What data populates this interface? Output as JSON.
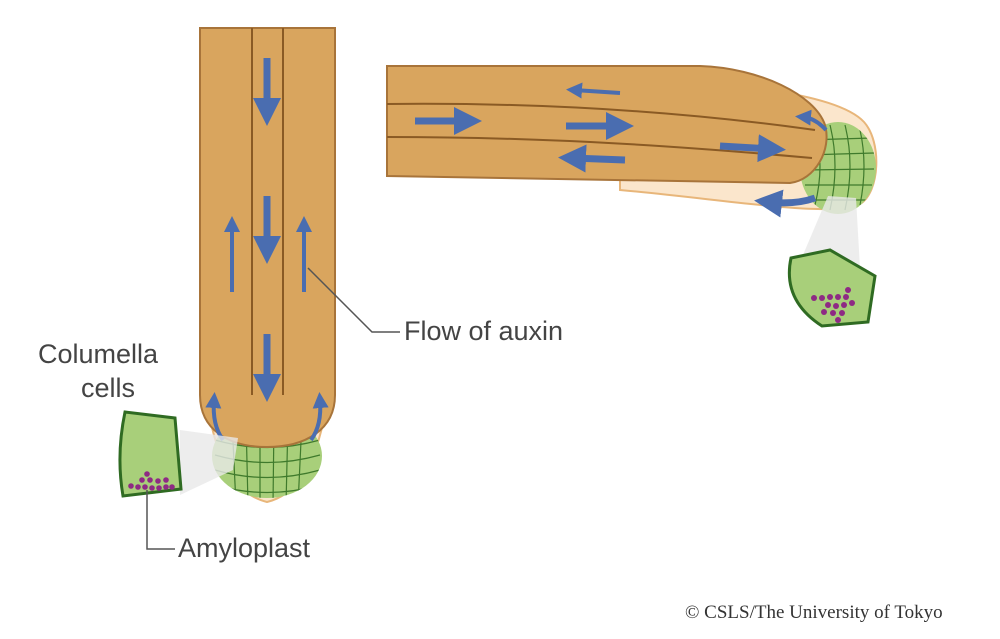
{
  "labels": {
    "columella_line1": "Columella",
    "columella_line2": "cells",
    "flow_of_auxin": "Flow of auxin",
    "amyloplast": "Amyloplast"
  },
  "copyright": "© CSLS/The University of Tokyo",
  "colors": {
    "root_fill": "#d9a55e",
    "root_outline": "#a8743a",
    "root_cap": "#fbe6cc",
    "columella_fill": "#a8cf7a",
    "columella_grid": "#3f7a2c",
    "amyloplast": "#8e2a84",
    "arrow": "#4a6db0"
  }
}
